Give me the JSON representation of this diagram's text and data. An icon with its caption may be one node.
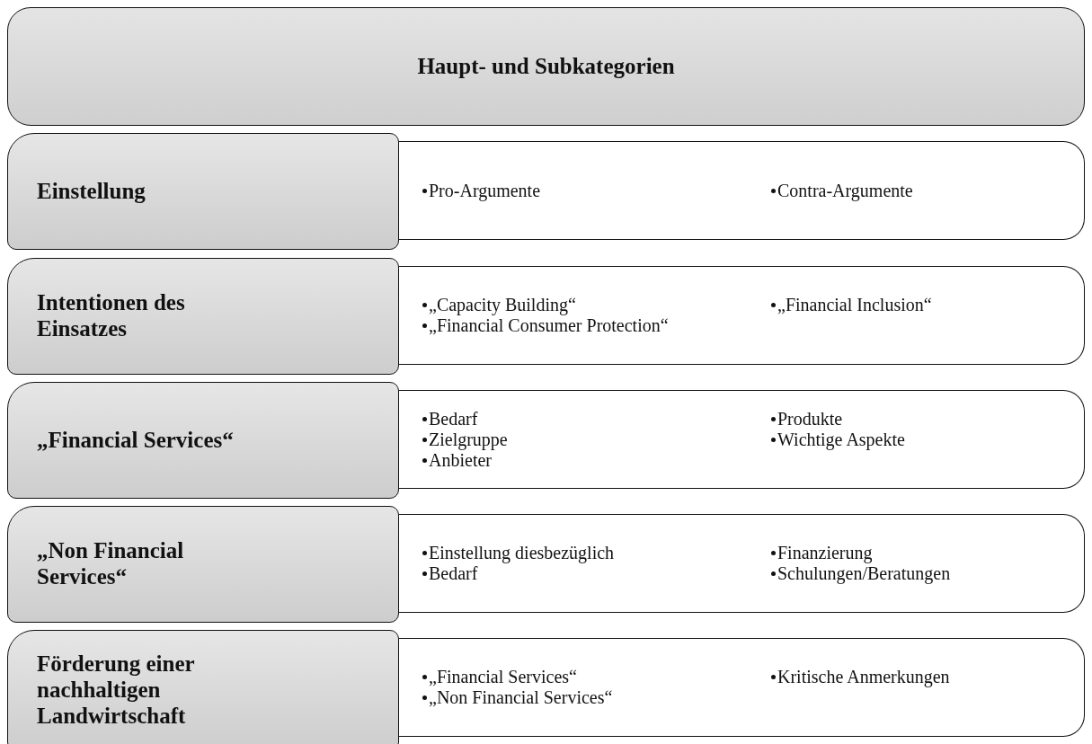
{
  "diagram": {
    "nodes": [
      {
        "text": [
          "Haupt- und Subkategorien"
        ]
      },
      {
        "text": [
          "Einstellung"
        ]
      },
      {
        "text": [
          "Pro-Argumente",
          "Contra-Argumente"
        ]
      },
      {
        "text": [
          "Intentionen des Einsatzes"
        ]
      },
      {
        "text": [
          "„Capacity Building“",
          "„Financial Consumer Protection“",
          "„Financial Inclusion“"
        ]
      },
      {
        "text": [
          "„Financial Services“"
        ]
      },
      {
        "text": [
          "Bedarf",
          "Zielgruppe",
          "Anbieter",
          "Produkte",
          "Wichtige Aspekte"
        ]
      },
      {
        "text": [
          "„Non Financial Services“"
        ]
      },
      {
        "text": [
          "Einstellung diesbezüglich",
          "Bedarf",
          "Finanzierung",
          "Schulungen/Beratungen"
        ]
      },
      {
        "text": [
          "Förderung einer nachhaltigen Landwirtschaft"
        ]
      },
      {
        "text": [
          "„Financial Services“",
          "„Non Financial Services“",
          "Kritische Anmerkungen"
        ]
      }
    ],
    "edges": []
  }
}
